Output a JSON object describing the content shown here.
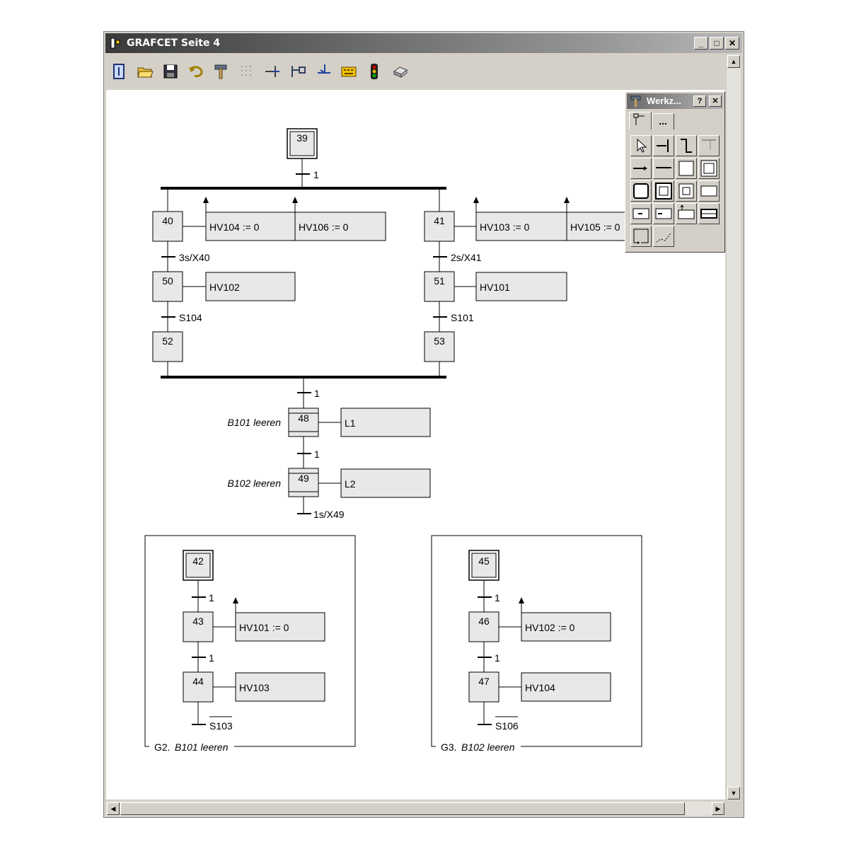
{
  "window": {
    "title": "GRAFCET Seite 4",
    "controls": {
      "minimize": "_",
      "maximize": "□",
      "close": "✕"
    }
  },
  "toolbar": {
    "icons": [
      "new-grafcet-icon",
      "open-folder-icon",
      "save-disk-icon",
      "undo-arrow-icon",
      "hammer-tool-icon",
      "grid-icon",
      "insert-transition-icon",
      "insert-branch-icon",
      "insert-step-icon",
      "keyboard-icon",
      "traffic-light-icon",
      "print-icon"
    ]
  },
  "palette": {
    "title": "Werkz...",
    "help": "?",
    "close": "✕",
    "tab_more": "..."
  },
  "grafcet": {
    "initial_step": "39",
    "t_39": "1",
    "left_branch": {
      "step_40": "40",
      "action_40a": "HV104 := 0",
      "action_40b": "HV106 := 0",
      "t_40": "3s/X40",
      "step_50": "50",
      "action_50": "HV102",
      "t_50": "S104",
      "step_52": "52"
    },
    "right_branch": {
      "step_41": "41",
      "action_41a": "HV103 := 0",
      "action_41b": "HV105 := 0",
      "t_41": "2s/X41",
      "step_51": "51",
      "action_51": "HV101",
      "t_51": "S101",
      "step_53": "53"
    },
    "t_join": "1",
    "step_48": "48",
    "macro_48": "B101 leeren",
    "action_48": "L1",
    "t_48": "1",
    "step_49": "49",
    "macro_49": "B102 leeren",
    "action_49": "L2",
    "t_49": "1s/X49"
  },
  "g2": {
    "step_42": "42",
    "t_42": "1",
    "step_43": "43",
    "action_43": "HV101 := 0",
    "t_43": "1",
    "step_44": "44",
    "action_44": "HV103",
    "t_44": "S103",
    "frame_id": "G2.",
    "frame_name": "B101 leeren"
  },
  "g3": {
    "step_45": "45",
    "t_45": "1",
    "step_46": "46",
    "action_46": "HV102 := 0",
    "t_46": "1",
    "step_47": "47",
    "action_47": "HV104",
    "t_47": "S106",
    "frame_id": "G3.",
    "frame_name": "B102 leeren"
  },
  "colors": {
    "titlebar": "#3a3a3a",
    "window": "#d4d0c8",
    "action_fill": "#e8e8e8",
    "step_fill": "#e8e8e8"
  }
}
